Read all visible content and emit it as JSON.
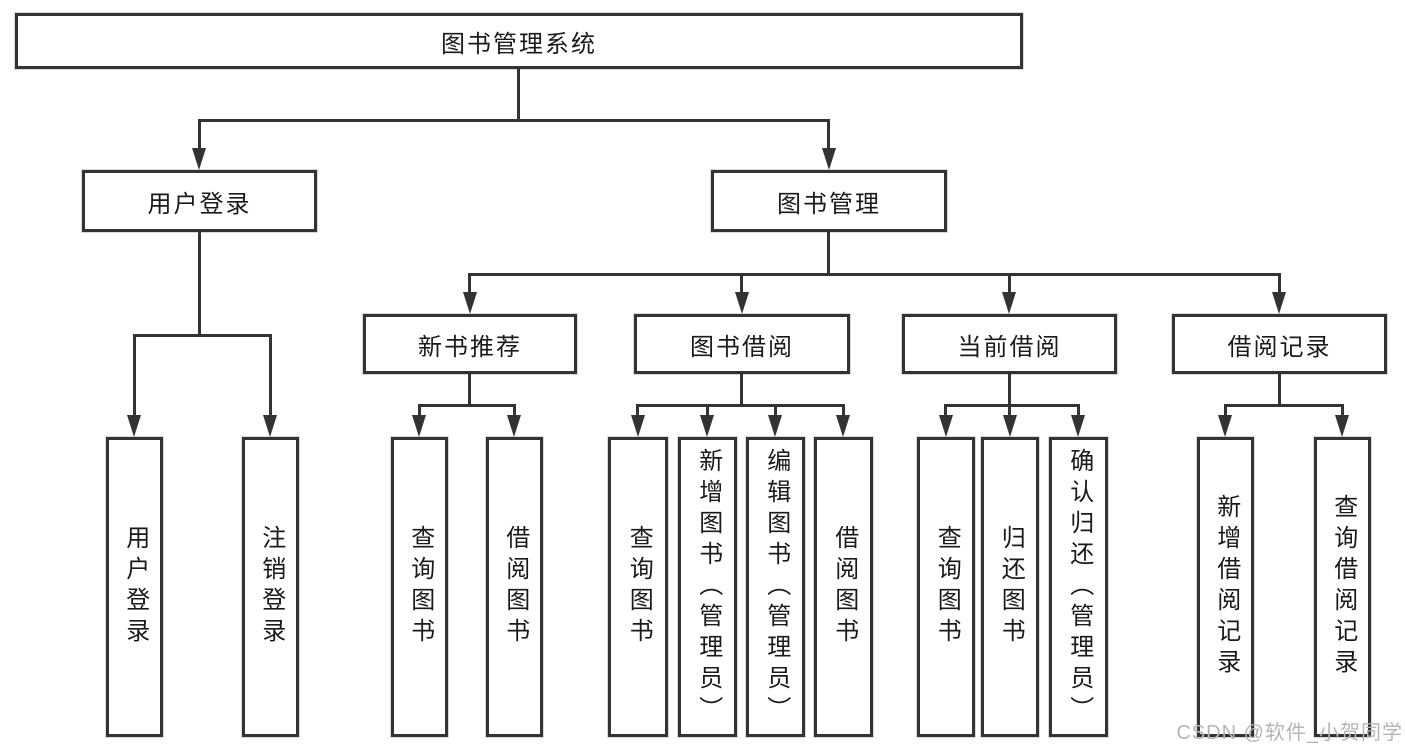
{
  "tree": {
    "label": "图书管理系统",
    "children": [
      {
        "label": "用户登录",
        "children": [
          {
            "label": "用户登录"
          },
          {
            "label": "注销登录"
          }
        ]
      },
      {
        "label": "图书管理",
        "children": [
          {
            "label": "新书推荐",
            "children": [
              {
                "label": "查询图书"
              },
              {
                "label": "借阅图书"
              }
            ]
          },
          {
            "label": "图书借阅",
            "children": [
              {
                "label": "查询图书"
              },
              {
                "label": "新增图书（管理员）"
              },
              {
                "label": "编辑图书（管理员）"
              },
              {
                "label": "借阅图书"
              }
            ]
          },
          {
            "label": "当前借阅",
            "children": [
              {
                "label": "查询图书"
              },
              {
                "label": "归还图书"
              },
              {
                "label": "确认归还（管理员）"
              }
            ]
          },
          {
            "label": "借阅记录",
            "children": [
              {
                "label": "新增借阅记录"
              },
              {
                "label": "查询借阅记录"
              }
            ]
          }
        ]
      }
    ]
  },
  "watermark": "CSDN @软件_小贺同学",
  "colors": {
    "line": "#333333",
    "text": "#1a1a1a",
    "background": "#ffffff",
    "watermark": "#b5b5b5"
  }
}
